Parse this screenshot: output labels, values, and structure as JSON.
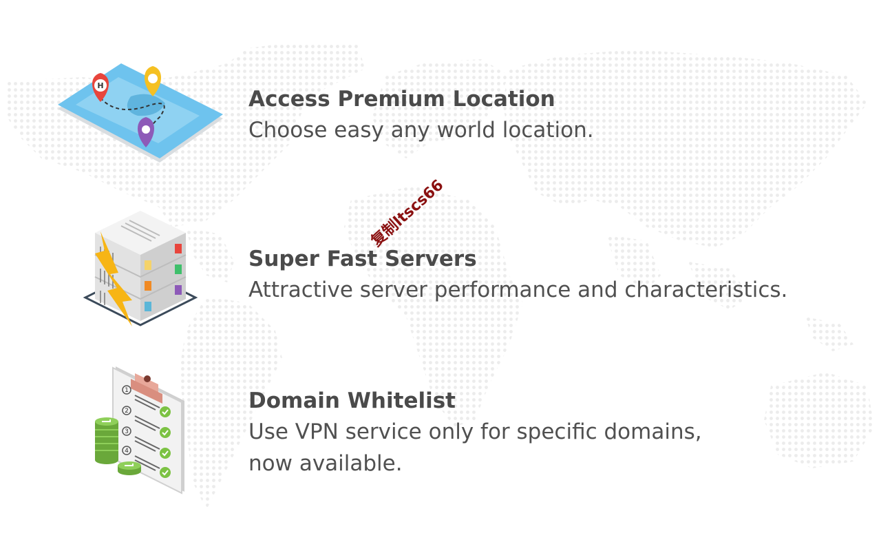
{
  "features": [
    {
      "id": "location",
      "icon": "map-pin-icon",
      "title": "Access Premium Location",
      "description_lines": [
        "Choose easy any world location."
      ]
    },
    {
      "id": "servers",
      "icon": "server-lightning-icon",
      "title": "Super Fast Servers",
      "description_lines": [
        "Attractive server performance and characteristics."
      ]
    },
    {
      "id": "whitelist",
      "icon": "checklist-icon",
      "title": "Domain Whitelist",
      "description_lines": [
        "Use VPN service only for specific domains,",
        "now available."
      ]
    }
  ],
  "watermark": "复制ltscs66",
  "colors": {
    "title": "#4a4a4a",
    "text": "#505050",
    "map_blue": "#6ec3ee",
    "pin_red": "#e8453c",
    "pin_yellow": "#f5c022",
    "pin_purple": "#8d5ab8",
    "lightning": "#f7b515",
    "check_green": "#7cc243",
    "dots": "#ececec"
  }
}
